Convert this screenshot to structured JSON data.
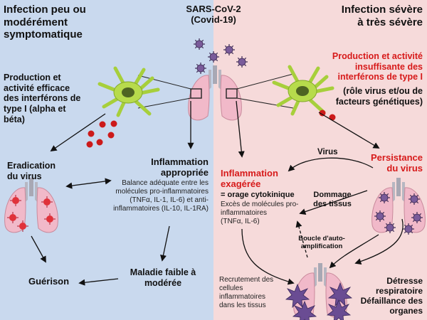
{
  "header": {
    "left": [
      "Infection peu ou",
      "modérément",
      "symptomatique"
    ],
    "center": [
      "SARS-CoV-2",
      "(Covid-19)"
    ],
    "right": [
      "Infection sévère",
      "à très sévère"
    ]
  },
  "left": {
    "production": [
      "Production et",
      "activité efficace",
      "des interférons de",
      "type I (alpha et",
      "béta)"
    ],
    "eradication": [
      "Eradication",
      "du virus"
    ],
    "inflammation_title": [
      "Inflammation",
      "appropriée"
    ],
    "inflammation_desc": [
      "Balance adéquate entre les",
      "molécules pro-inflammatoires",
      "(TNFα, IL-1, IL-6) et anti-",
      "inflammatoires (IL-10, IL-1RA)"
    ],
    "guerison": "Guérison",
    "maladie": [
      "Maladie faible à",
      "modérée"
    ]
  },
  "right": {
    "production_title": [
      "Production et activité",
      "insuffisante des",
      "interférons de type I"
    ],
    "production_note": [
      "(rôle virus et/ou de",
      "facteurs génétiques)"
    ],
    "virus_label": "Virus",
    "persistance": [
      "Persistance",
      "du virus"
    ],
    "inflammation_title": [
      "Inflammation",
      "exagérée"
    ],
    "orage": "= orage cytokinique",
    "exces": [
      "Excès de molécules pro-",
      "inflammatoires",
      "(TNFα, IL-6)"
    ],
    "dommage": [
      "Dommage",
      "des tissus"
    ],
    "boucle": [
      "Boucle d'auto-",
      "amplification"
    ],
    "recrutement": [
      "Recrutement des",
      "cellules",
      "inflammatoires",
      "dans les tissus"
    ],
    "detresse": [
      "Détresse",
      "respiratoire",
      "Défaillance des",
      "organes"
    ]
  },
  "colors": {
    "left_bg": "#c9d9ee",
    "right_bg": "#f6dada",
    "accent_red": "#d71a1a",
    "virus_purple": "#7a5b9a",
    "interferon_red": "#cc1a1a"
  }
}
